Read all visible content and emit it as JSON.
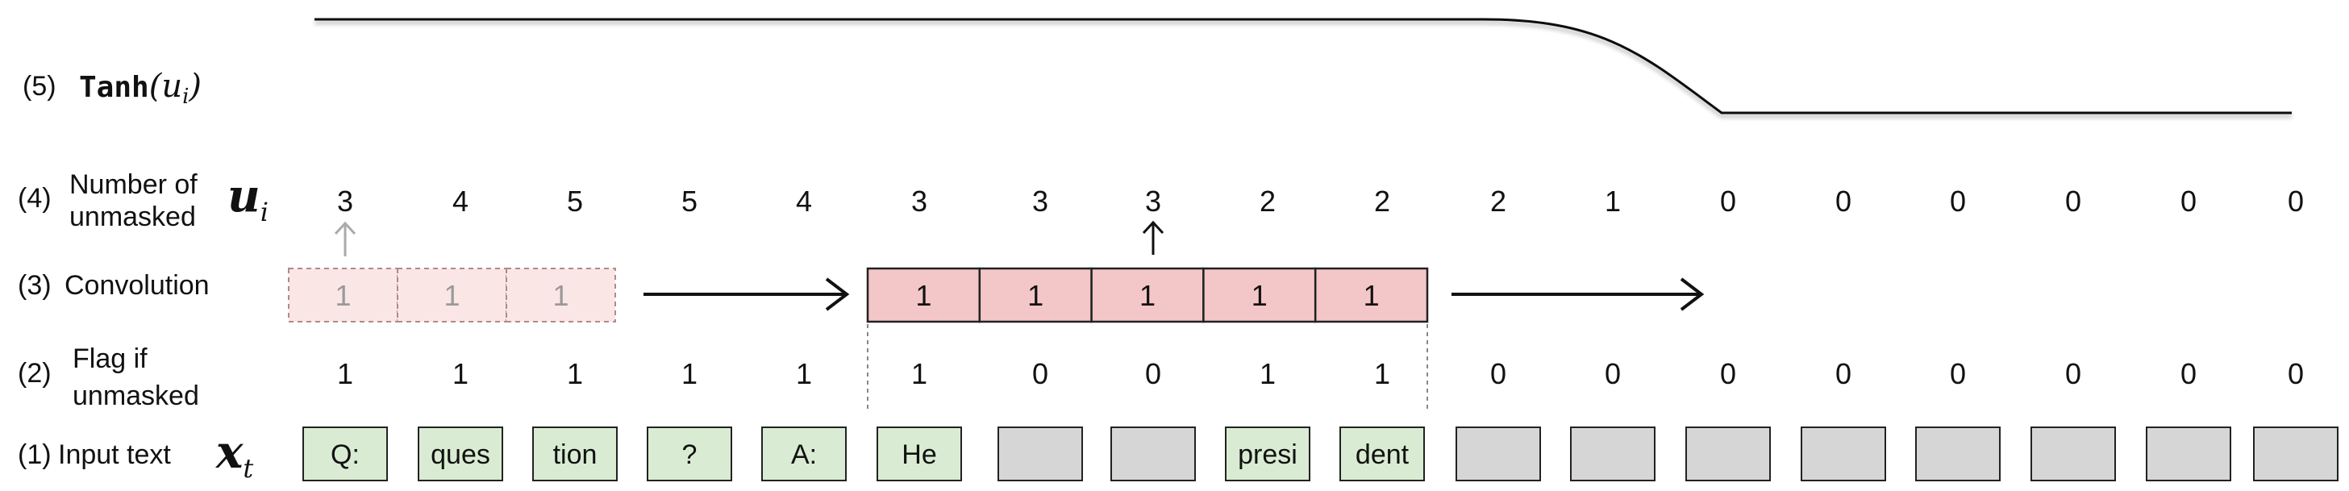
{
  "rows": {
    "tanh": {
      "index": "(5)",
      "func": "Tanh",
      "arg_open": "(",
      "arg_var": "u",
      "arg_sub": "i",
      "arg_close": ")"
    },
    "unmasked_count": {
      "index": "(4)",
      "label_line1": "Number of",
      "label_line2": "unmasked",
      "var": "u",
      "sub": "i",
      "values": [
        "3",
        "4",
        "5",
        "5",
        "4",
        "3",
        "3",
        "3",
        "2",
        "2",
        "2",
        "1",
        "0",
        "0",
        "0",
        "0",
        "0",
        "0"
      ]
    },
    "convolution": {
      "index": "(3)",
      "label": "Convolution",
      "faded_kernel": [
        "1",
        "1",
        "1"
      ],
      "active_kernel": [
        "1",
        "1",
        "1",
        "1",
        "1"
      ]
    },
    "flag": {
      "index": "(2)",
      "label_line1": "Flag if",
      "label_line2": "unmasked",
      "values": [
        "1",
        "1",
        "1",
        "1",
        "1",
        "1",
        "0",
        "0",
        "1",
        "1",
        "0",
        "0",
        "0",
        "0",
        "0",
        "0",
        "0",
        "0"
      ]
    },
    "input": {
      "index": "(1)",
      "label": "Input text",
      "var": "x",
      "sub": "t",
      "tokens": [
        "Q:",
        "ques",
        "tion",
        "?",
        "A:",
        "He",
        "",
        "",
        "presi",
        "dent",
        "",
        "",
        "",
        "",
        "",
        "",
        "",
        ""
      ]
    }
  },
  "colors": {
    "token_unmasked": "#d9ecd3",
    "token_masked": "#d6d6d6",
    "kernel_active": "#f3c6c8",
    "kernel_faded": "#fbe6e6",
    "stroke": "#222222"
  }
}
